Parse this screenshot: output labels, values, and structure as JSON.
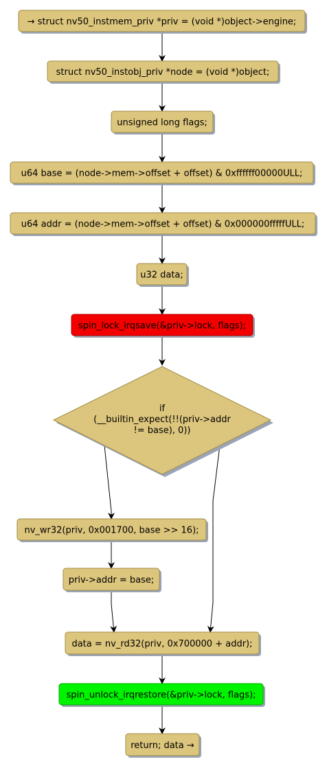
{
  "colors": {
    "node_fill": "#dcc57c",
    "node_stroke": "#a08b47",
    "shadow": "#9aa4b4",
    "lock_fill": "#f30000",
    "unlock_fill": "#00f400",
    "edge": "#000000",
    "text": "#000000"
  },
  "nodes": [
    {
      "id": "n1",
      "label": "→ struct nv50_instmem_priv *priv = (void *)object->engine;"
    },
    {
      "id": "n2",
      "label": "struct nv50_instobj_priv *node = (void *)object;"
    },
    {
      "id": "n3",
      "label": "unsigned long flags;"
    },
    {
      "id": "n4",
      "label": "u64 base = (node->mem->offset + offset) & 0xffffff00000ULL;"
    },
    {
      "id": "n5",
      "label": "u64 addr = (node->mem->offset + offset) & 0x000000fffffULL;"
    },
    {
      "id": "n6",
      "label": "u32 data;"
    },
    {
      "id": "n7",
      "label": "spin_lock_irqsave(&priv->lock, flags);",
      "highlight": "lock"
    },
    {
      "id": "n8",
      "label": "nv_wr32(priv, 0x001700, base >> 16);"
    },
    {
      "id": "n9",
      "label": "priv->addr = base;"
    },
    {
      "id": "n10",
      "label": "data = nv_rd32(priv, 0x700000 + addr);"
    },
    {
      "id": "n11",
      "label": "spin_unlock_irqrestore(&priv->lock, flags);",
      "highlight": "unlock"
    },
    {
      "id": "n12",
      "label": "return; data →"
    }
  ],
  "decision": {
    "id": "d1",
    "lines": [
      "if",
      "(__builtin_expect(!!(priv->addr",
      "!= base), 0))"
    ]
  }
}
